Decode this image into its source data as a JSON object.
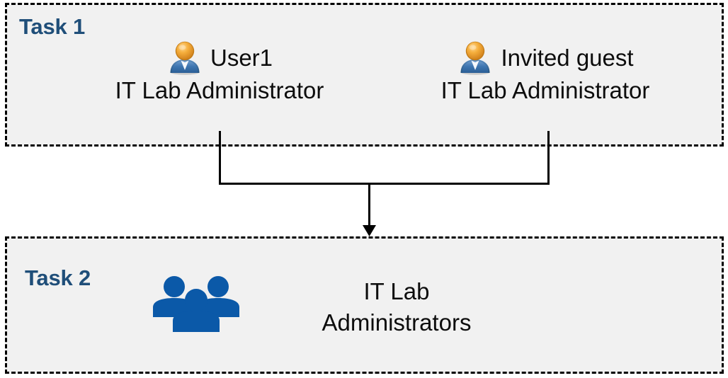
{
  "diagram": {
    "background_color": "#FFFFFF",
    "box_fill_color": "#F1F1F1",
    "box_border_color": "#000000",
    "accent_color": "#1F4E79",
    "group_icon_color": "#0B59A8",
    "text_color": "#0D0D0D"
  },
  "task1": {
    "label": "Task 1",
    "people": [
      {
        "icon": "user-icon",
        "name": "User1",
        "role": "IT Lab Administrator"
      },
      {
        "icon": "user-icon",
        "name": "Invited guest",
        "role": "IT Lab Administrator"
      }
    ]
  },
  "task2": {
    "label": "Task 2",
    "group": {
      "icon": "users-group-icon",
      "name_line1": "IT Lab",
      "name_line2": "Administrators"
    }
  },
  "connector": {
    "type": "merge-arrow",
    "from": [
      "User1",
      "Invited guest"
    ],
    "to": "IT Lab Administrators",
    "arrow_direction": "down"
  }
}
